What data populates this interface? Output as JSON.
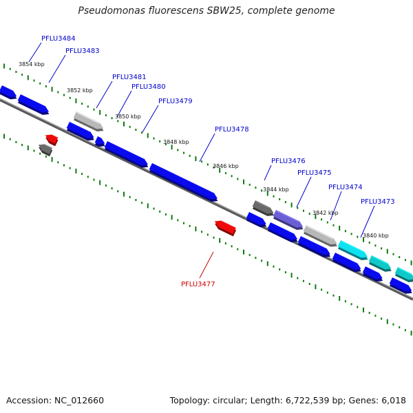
{
  "title": "Pseudomonas fluorescens SBW25, complete genome",
  "footer": {
    "accession": "Accession: NC_012660",
    "topology": "Topology: circular; Length: 6,722,539 bp; Genes: 6,018"
  },
  "colors": {
    "blue": "#0a0aee",
    "red": "#ee0a0a",
    "gray_light": "#b8b8b8",
    "gray_dark": "#6a6a6a",
    "purple": "#6b5fd6",
    "cyan": "#10e0f0",
    "teal": "#10c8c8",
    "backbone": "#888888",
    "tick_green": "#0a7a0a"
  },
  "kbp_labels": [
    "3854 kbp",
    "3852 kbp",
    "3850 kbp",
    "3848 kbp",
    "3846 kbp",
    "3844 kbp",
    "3842 kbp",
    "3840 kbp"
  ],
  "gene_labels": [
    {
      "text": "PFLU3484",
      "color": "blue"
    },
    {
      "text": "PFLU3483",
      "color": "blue"
    },
    {
      "text": "PFLU3481",
      "color": "blue"
    },
    {
      "text": "PFLU3480",
      "color": "blue"
    },
    {
      "text": "PFLU3479",
      "color": "blue"
    },
    {
      "text": "PFLU3478",
      "color": "blue"
    },
    {
      "text": "PFLU3476",
      "color": "blue"
    },
    {
      "text": "PFLU3475",
      "color": "blue"
    },
    {
      "text": "PFLU3474",
      "color": "blue"
    },
    {
      "text": "PFLU3473",
      "color": "blue"
    },
    {
      "text": "PFLU3477",
      "color": "red"
    }
  ]
}
